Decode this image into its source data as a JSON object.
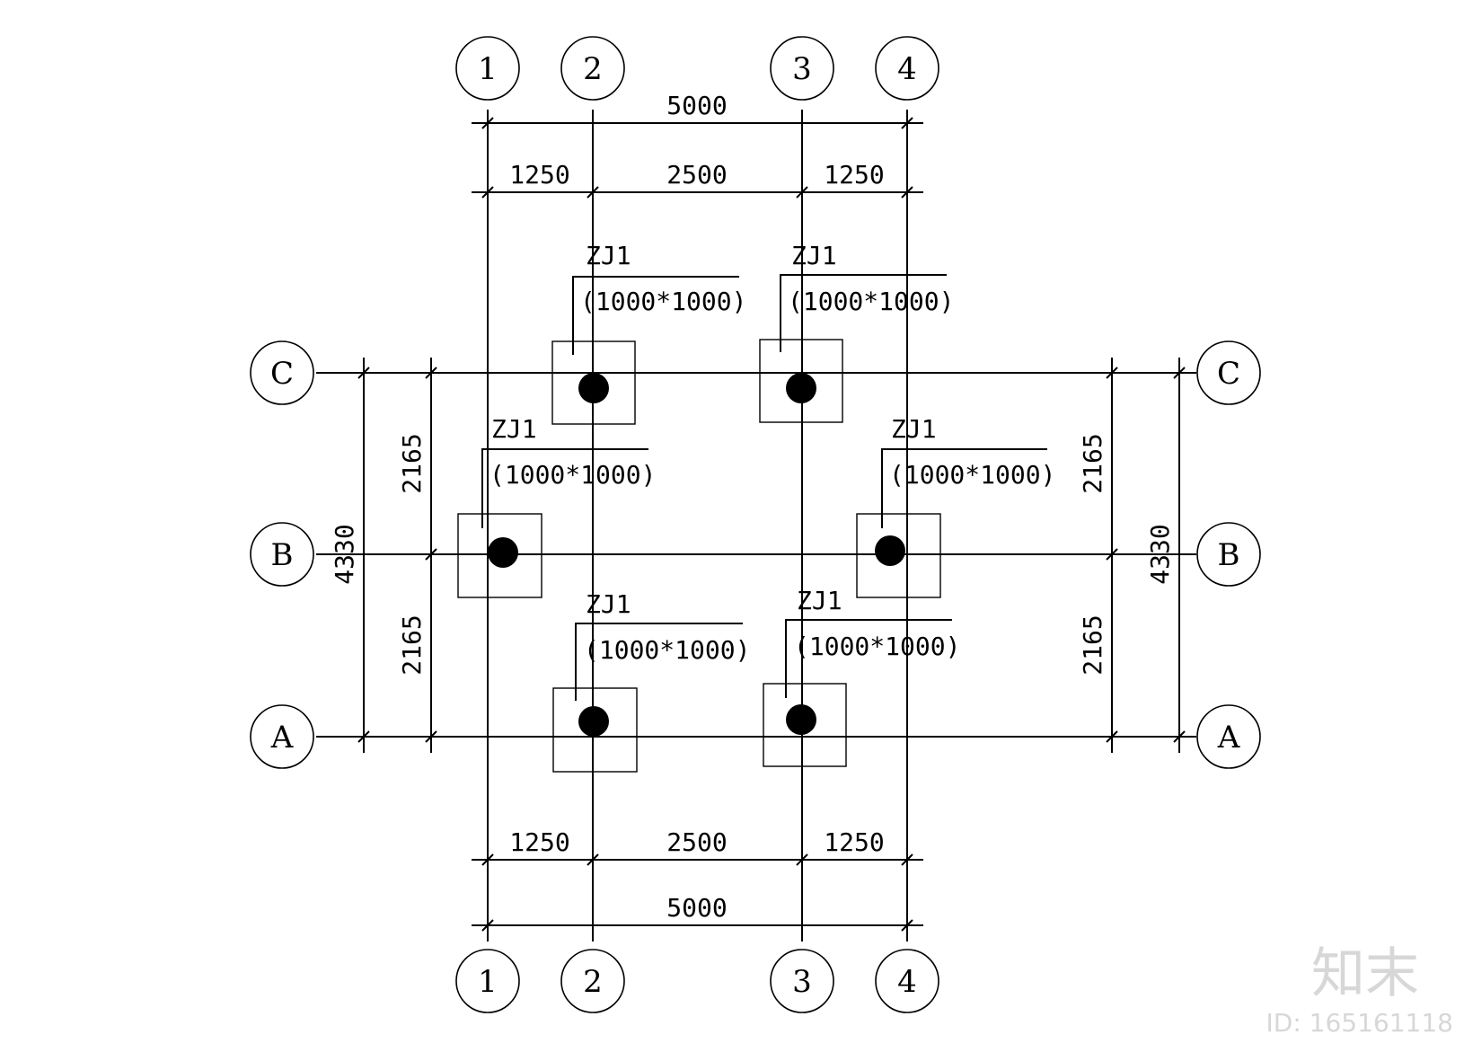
{
  "axes": {
    "columns": [
      "1",
      "2",
      "3",
      "4"
    ],
    "rows": [
      "C",
      "B",
      "A"
    ]
  },
  "dimensions": {
    "top_total": "5000",
    "top_segments": [
      "1250",
      "2500",
      "1250"
    ],
    "bottom_total": "5000",
    "bottom_segments": [
      "1250",
      "2500",
      "1250"
    ],
    "left_total": "4330",
    "left_segments": [
      "2165",
      "2165"
    ],
    "right_total": "4330",
    "right_segments": [
      "2165",
      "2165"
    ]
  },
  "footings": [
    {
      "id": "c2",
      "code": "ZJ1",
      "size": "(1000*1000)"
    },
    {
      "id": "c3",
      "code": "ZJ1",
      "size": "(1000*1000)"
    },
    {
      "id": "b1",
      "code": "ZJ1",
      "size": "(1000*1000)"
    },
    {
      "id": "b4",
      "code": "ZJ1",
      "size": "(1000*1000)"
    },
    {
      "id": "a2",
      "code": "ZJ1",
      "size": "(1000*1000)"
    },
    {
      "id": "a3",
      "code": "ZJ1",
      "size": "(1000*1000)"
    }
  ],
  "watermark": {
    "brand": "知末",
    "id": "ID: 165161118"
  },
  "colors": {
    "line": "#000000",
    "background": "#ffffff",
    "watermark": "#d7d7d7"
  }
}
